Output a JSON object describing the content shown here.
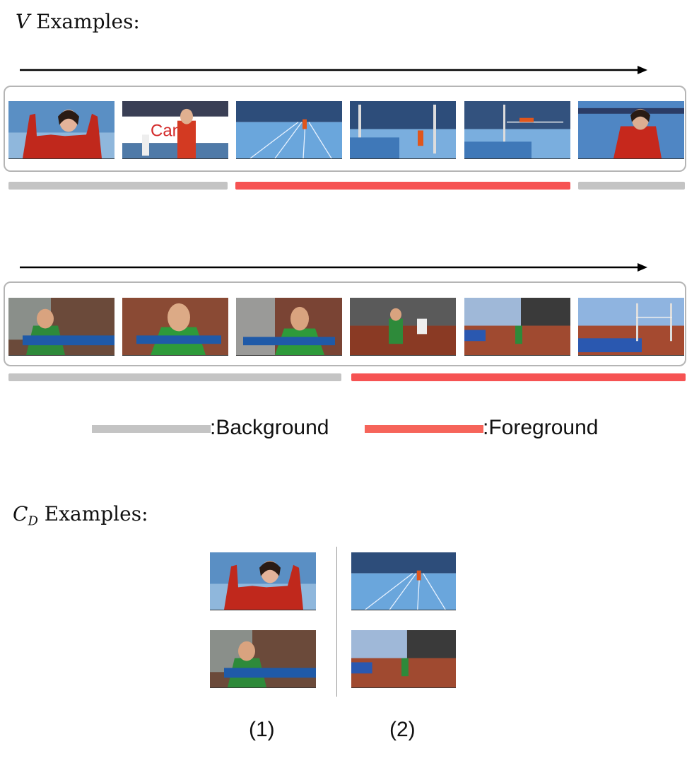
{
  "v_heading": {
    "symbol": "V",
    "text": "Examples:"
  },
  "cd_heading": {
    "symbol": "C",
    "subscript": "D",
    "text": "Examples:"
  },
  "legend": {
    "background_label": ":Background",
    "foreground_label": ":Foreground",
    "background_color": "#c4c4c4",
    "foreground_color": "#f65353"
  },
  "row1": {
    "frames": [
      "athlete celebrating",
      "athlete near sponsor board",
      "runway approach",
      "high jump takeoff",
      "high jump over bar",
      "athlete close-up"
    ],
    "segments": [
      {
        "type": "background",
        "from_frame": 1,
        "to_frame": 2
      },
      {
        "type": "foreground",
        "from_frame": 3,
        "to_frame": 5
      },
      {
        "type": "background",
        "from_frame": 6,
        "to_frame": 6
      }
    ]
  },
  "row2": {
    "frames": [
      "athlete with score overlay",
      "athlete portrait with overlay",
      "athlete preparing with overlay",
      "athlete starting run",
      "athlete sprinting on track",
      "athlete jumping over bar"
    ],
    "segments": [
      {
        "type": "background",
        "from_frame": 1,
        "to_frame": 3
      },
      {
        "type": "foreground",
        "from_frame": 4,
        "to_frame": 6
      }
    ]
  },
  "cd_columns": [
    {
      "label": "(1)",
      "frames": [
        "athlete celebrating",
        "athlete with score overlay"
      ]
    },
    {
      "label": "(2)",
      "frames": [
        "runway approach",
        "athlete sprinting on track"
      ]
    }
  ]
}
